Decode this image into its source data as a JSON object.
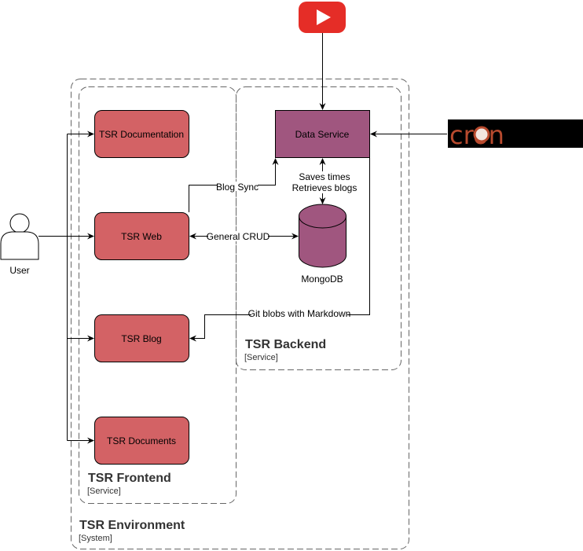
{
  "diagram": {
    "colors": {
      "frontend_fill": "#d36265",
      "backend_fill": "#a0567f",
      "boundary_stroke": "#666666",
      "youtube_red": "#e52d27",
      "cron_bg": "#000000",
      "cron_text": "#b84a2e"
    },
    "boundaries": {
      "environment": {
        "title": "TSR Environment",
        "type": "[System]"
      },
      "frontend": {
        "title": "TSR Frontend",
        "type": "[Service]"
      },
      "backend": {
        "title": "TSR Backend",
        "type": "[Service]"
      }
    },
    "nodes": {
      "documentation": "TSR Documentation",
      "web": "TSR Web",
      "blog": "TSR Blog",
      "documents": "TSR Documents",
      "data_service": "Data Service",
      "mongodb": "MongoDB",
      "user": "User",
      "cron": "cron",
      "youtube": "youtube-icon"
    },
    "edges": {
      "blog_sync": "Blog Sync",
      "general_crud": "General CRUD",
      "saves_times": "Saves times",
      "retrieves_blogs": "Retrieves blogs",
      "git_blobs": "Git blobs with Markdown"
    }
  }
}
